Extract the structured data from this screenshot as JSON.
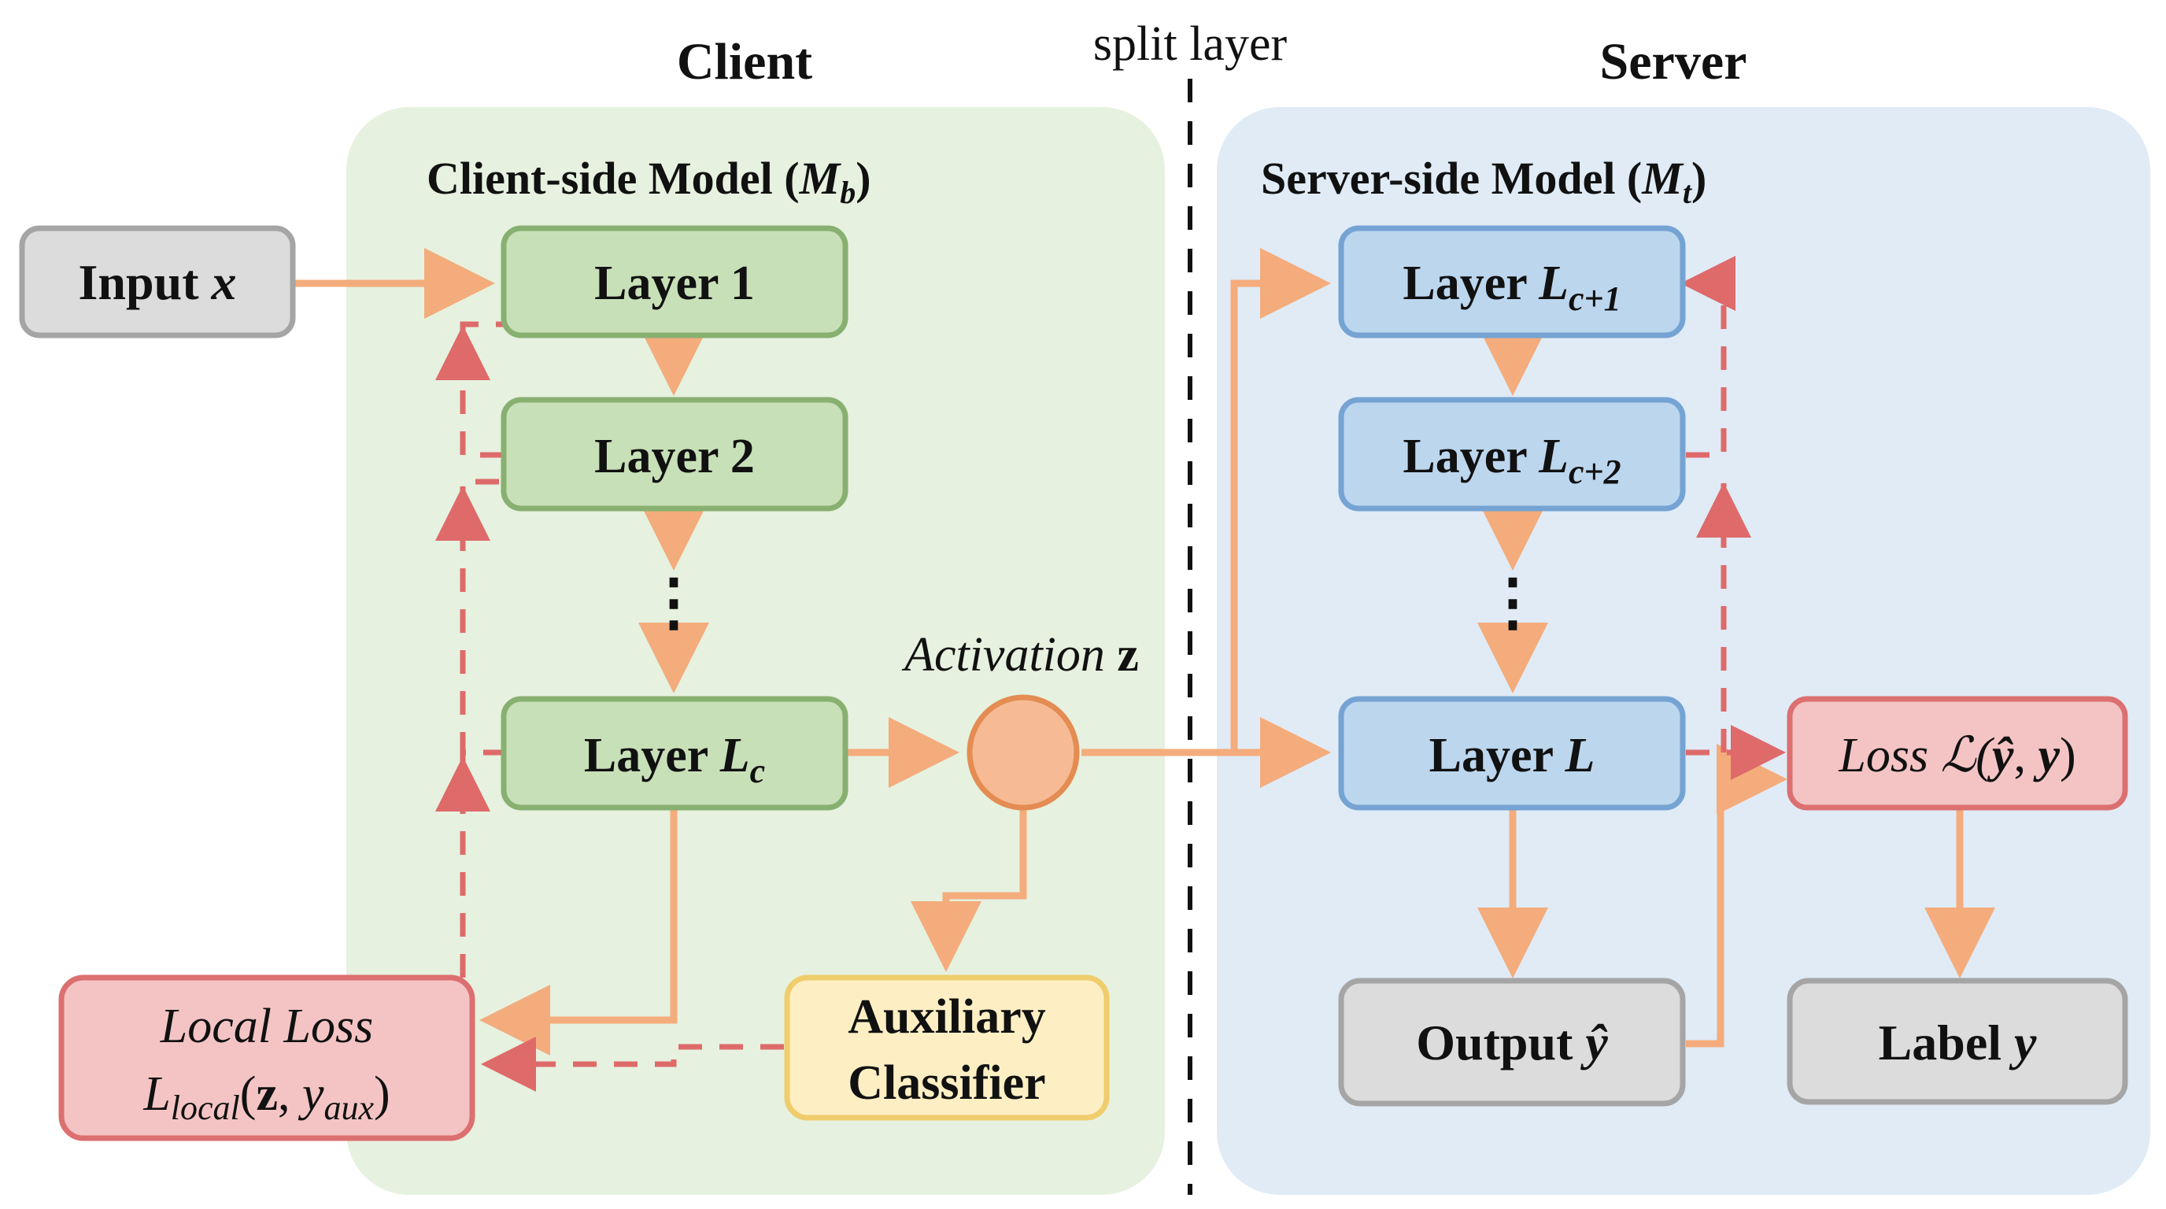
{
  "headings": {
    "client": "Client",
    "server": "Server",
    "split_layer": "split layer"
  },
  "panels": {
    "client": {
      "title_prefix": "Client-side Model (",
      "title_var": "M",
      "title_sub": "b",
      "title_suffix": ")"
    },
    "server": {
      "title_prefix": "Server-side Model (",
      "title_var": "M",
      "title_sub": "t",
      "title_suffix": ")"
    }
  },
  "nodes": {
    "input": {
      "label": "Input ",
      "var": "x"
    },
    "layer1": {
      "label": "Layer 1"
    },
    "layer2": {
      "label": "Layer 2"
    },
    "layer_lc": {
      "label": "Layer ",
      "var": "L",
      "sub": "c"
    },
    "activation": {
      "label": "Activation ",
      "var": "z"
    },
    "aux_classifier": {
      "line1": "Auxiliary",
      "line2": "Classifier"
    },
    "local_loss": {
      "line1": "Local Loss",
      "var": "L",
      "sub": "local",
      "open": "(",
      "arg1": "z",
      "sep": ", ",
      "arg2": "y",
      "arg2_sub": "aux",
      "close": ")"
    },
    "layer_lc1": {
      "label": "Layer ",
      "var": "L",
      "sub": "c+1"
    },
    "layer_lc2": {
      "label": "Layer ",
      "var": "L",
      "sub": "c+2"
    },
    "layer_l": {
      "label": "Layer ",
      "var": "L"
    },
    "output": {
      "label": "Output ",
      "var": "ŷ"
    },
    "loss": {
      "label": "Loss ",
      "expr": "ℒ(",
      "a": "ŷ",
      "sep": ", ",
      "b": "y",
      "close": ")"
    },
    "label": {
      "label": "Label ",
      "var": "y"
    }
  },
  "ellipsis": "⋮",
  "colors": {
    "client_panel": "#e6f1df",
    "server_panel": "#e0ebf6",
    "green_fill": "#c8e0b8",
    "green_stroke": "#88b071",
    "blue_fill": "#bcd6ee",
    "blue_stroke": "#75a3d3",
    "gray_fill": "#dcdcdc",
    "gray_stroke": "#a5a5a5",
    "red_fill": "#f4c4c4",
    "red_stroke": "#dc6f6f",
    "yellow_fill": "#fdefc3",
    "yellow_stroke": "#f0cd6c",
    "circle_fill": "#f6bb95",
    "circle_stroke": "#e48c52",
    "forward_arrow": "#f4ac7c",
    "backward_arrow": "#de6a6a",
    "split_line": "#111111"
  },
  "legend_semantics": {
    "solid_orange": "forward pass",
    "dashed_red": "gradient / backward pass"
  }
}
